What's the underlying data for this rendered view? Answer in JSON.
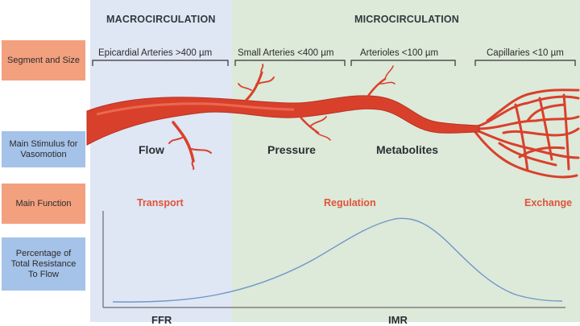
{
  "headers": {
    "macro": "MACROCIRCULATION",
    "micro": "MICROCIRCULATION"
  },
  "row_labels": {
    "segment": "Segment and Size",
    "stimulus": "Main Stimulus for Vasomotion",
    "function": "Main Function",
    "resistance": "Percentage of Total Resistance To Flow"
  },
  "segments": {
    "epicardial": "Epicardial Arteries >400 µm",
    "small": "Small Arteries <400 µm",
    "arterioles": "Arterioles <100 µm",
    "capillaries": "Capillaries <10 µm"
  },
  "stimuli": {
    "flow": "Flow",
    "pressure": "Pressure",
    "metabolites": "Metabolites"
  },
  "functions": {
    "transport": "Transport",
    "regulation": "Regulation",
    "exchange": "Exchange"
  },
  "bottom_labels": {
    "ffr": "FFR",
    "imr": "IMR"
  },
  "colors": {
    "macro_bg": "#dfe6f4",
    "micro_bg": "#dde9d9",
    "vessel": "#d9402b",
    "curve": "#6f97c9",
    "function_text": "#e0533a"
  }
}
